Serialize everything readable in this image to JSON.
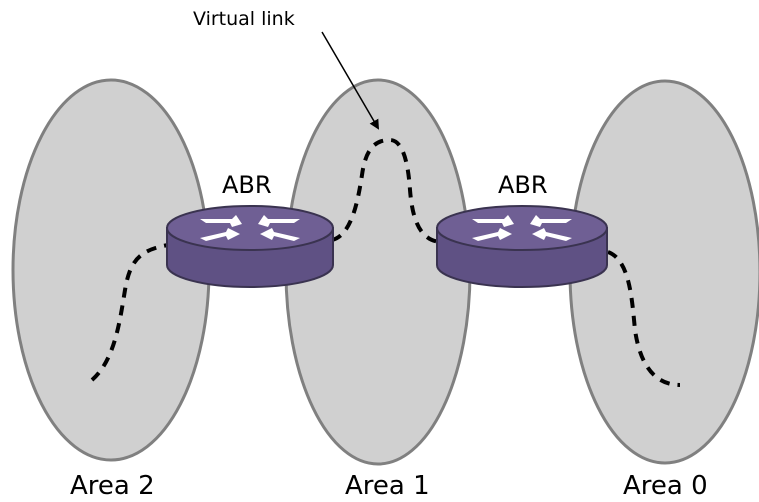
{
  "labels": {
    "virtual_link": "Virtual link",
    "abr_left": "ABR",
    "abr_right": "ABR"
  },
  "areas": [
    {
      "name": "Area 2"
    },
    {
      "name": "Area 1"
    },
    {
      "name": "Area 0"
    }
  ],
  "colors": {
    "area_fill": "#d0d0d0",
    "area_stroke": "#808080",
    "router_fill": "#6f5f94",
    "router_side": "#5f5184",
    "router_stroke": "#3a3350",
    "router_icon": "#ffffff",
    "link": "#000000"
  },
  "icons": {
    "router": "router-icon",
    "arrow": "arrow-icon"
  }
}
